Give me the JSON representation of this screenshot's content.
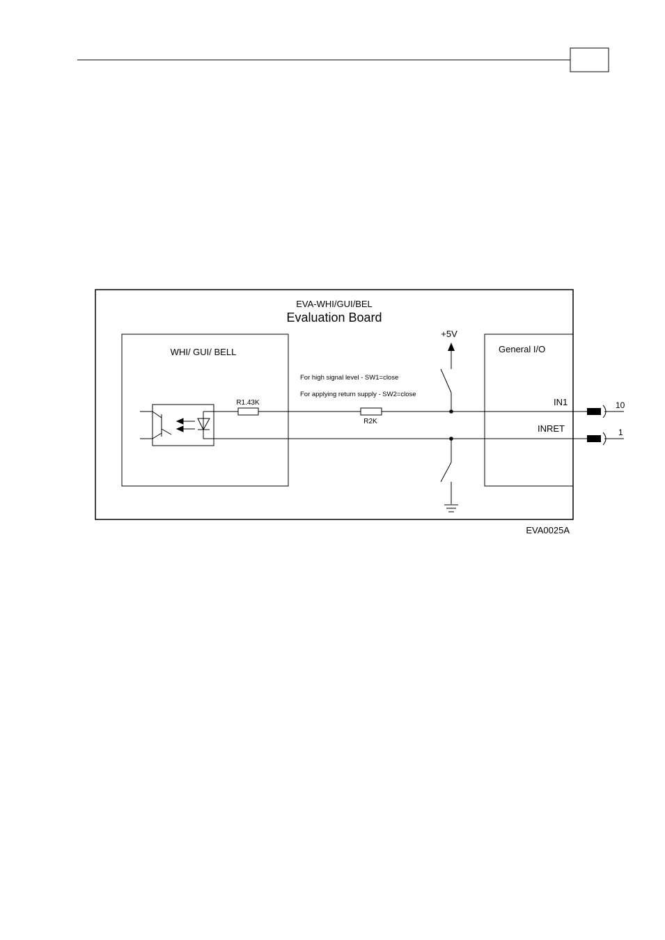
{
  "header": {
    "page_box_text": ""
  },
  "diagram": {
    "board_subtitle": "EVA-WHI/GUI/BEL",
    "board_title": "Evaluation Board",
    "module_left_title": "WHI/ GUI/ BELL",
    "module_right_title": "General I/O",
    "supply_label": "+5V",
    "note_sw1": "For high signal level - SW1=close",
    "note_sw2": "For applying return supply - SW2=close",
    "resistor_1": "R1.43K",
    "resistor_2": "R2K",
    "signal_in1": "IN1",
    "signal_inret": "INRET",
    "pin_in1": "10",
    "pin_inret": "1",
    "figure_code": "EVA0025A"
  }
}
